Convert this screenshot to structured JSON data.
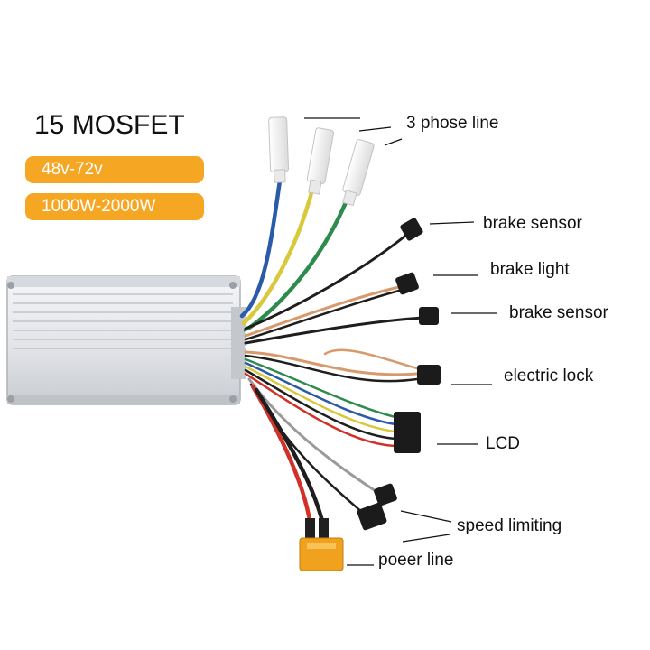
{
  "title": "15 MOSFET",
  "badges": {
    "voltage": "48v-72v",
    "power": "1000W-2000W"
  },
  "labels": {
    "phase": "3 phose line",
    "brake_sensor_1": "brake sensor",
    "brake_light": "brake light",
    "brake_sensor_2": "brake sensor",
    "electric_lock": "electric lock",
    "lcd": "LCD",
    "speed_limiting": "speed limiting",
    "power_line": "poeer line"
  },
  "colors": {
    "badge": "#f5a623",
    "controller_body": "#e3e5e8",
    "wire_blue": "#2a5aa8",
    "wire_yellow": "#d8c83a",
    "wire_green": "#2e8b4e",
    "wire_red": "#d0322a",
    "wire_black": "#1e1e1e",
    "wire_tan": "#d89a6c",
    "power_connector": "#f0a21e"
  }
}
